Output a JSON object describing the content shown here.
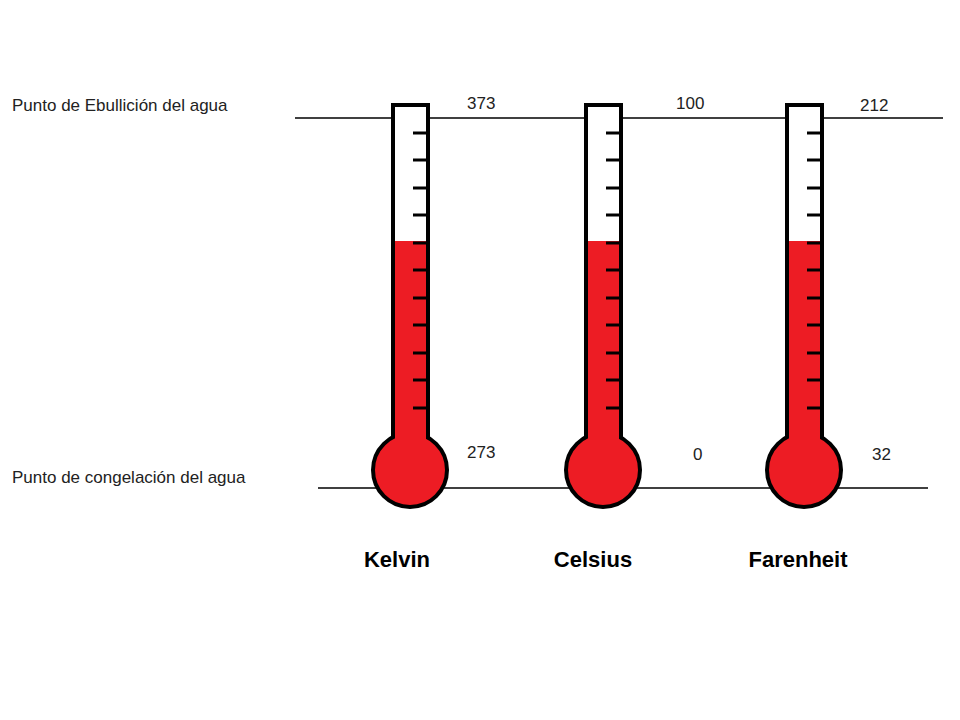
{
  "diagram": {
    "labels": [
      "Punto de Ebullición del agua",
      "373",
      "100",
      "212",
      "Punto de congelación del agua",
      "273",
      "0",
      "32",
      "Kelvin",
      "Celsius",
      "Farenheit"
    ]
  }
}
